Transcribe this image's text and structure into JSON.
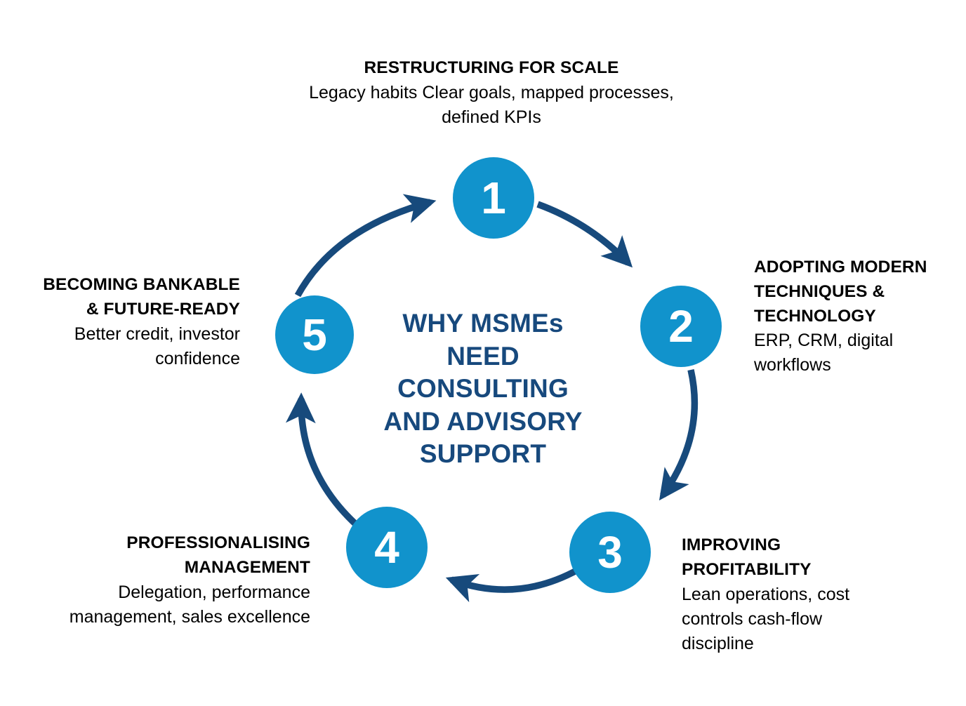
{
  "diagram": {
    "type": "cycle",
    "center_title_lines": [
      "WHY MSMEs",
      "NEED",
      "CONSULTING",
      "AND ADVISORY",
      "SUPPORT"
    ],
    "center_title": "WHY MSMEs NEED CONSULTING AND ADVISORY SUPPORT",
    "colors": {
      "node_fill": "#1193cc",
      "node_number": "#ffffff",
      "arrow": "#174a7c",
      "center_title": "#17497d",
      "label_text": "#000000",
      "background": "#ffffff"
    },
    "steps": [
      {
        "number": "1",
        "heading": "RESTRUCTURING FOR SCALE",
        "body": "Legacy habits Clear goals, mapped processes, defined KPIs",
        "position": "top",
        "align": "center"
      },
      {
        "number": "2",
        "heading": "ADOPTING MODERN TECHNIQUES & TECHNOLOGY",
        "body": "ERP, CRM, digital workflows",
        "position": "right",
        "align": "left"
      },
      {
        "number": "3",
        "heading": "IMPROVING PROFITABILITY",
        "body": "Lean operations, cost controls cash-flow discipline",
        "position": "bottom-right",
        "align": "left"
      },
      {
        "number": "4",
        "heading": "PROFESSIONALISING MANAGEMENT",
        "body": "Delegation, performance management, sales excellence",
        "position": "bottom-left",
        "align": "right"
      },
      {
        "number": "5",
        "heading": "BECOMING BANKABLE & FUTURE-READY",
        "body": "Better credit, investor confidence",
        "position": "left",
        "align": "right"
      }
    ],
    "arrows": [
      {
        "from": "1",
        "to": "2",
        "name": "arrow-1-to-2"
      },
      {
        "from": "2",
        "to": "3",
        "name": "arrow-2-to-3"
      },
      {
        "from": "3",
        "to": "4",
        "name": "arrow-3-to-4"
      },
      {
        "from": "4",
        "to": "5",
        "name": "arrow-4-to-5"
      },
      {
        "from": "5",
        "to": "1",
        "name": "arrow-5-to-1"
      }
    ]
  }
}
